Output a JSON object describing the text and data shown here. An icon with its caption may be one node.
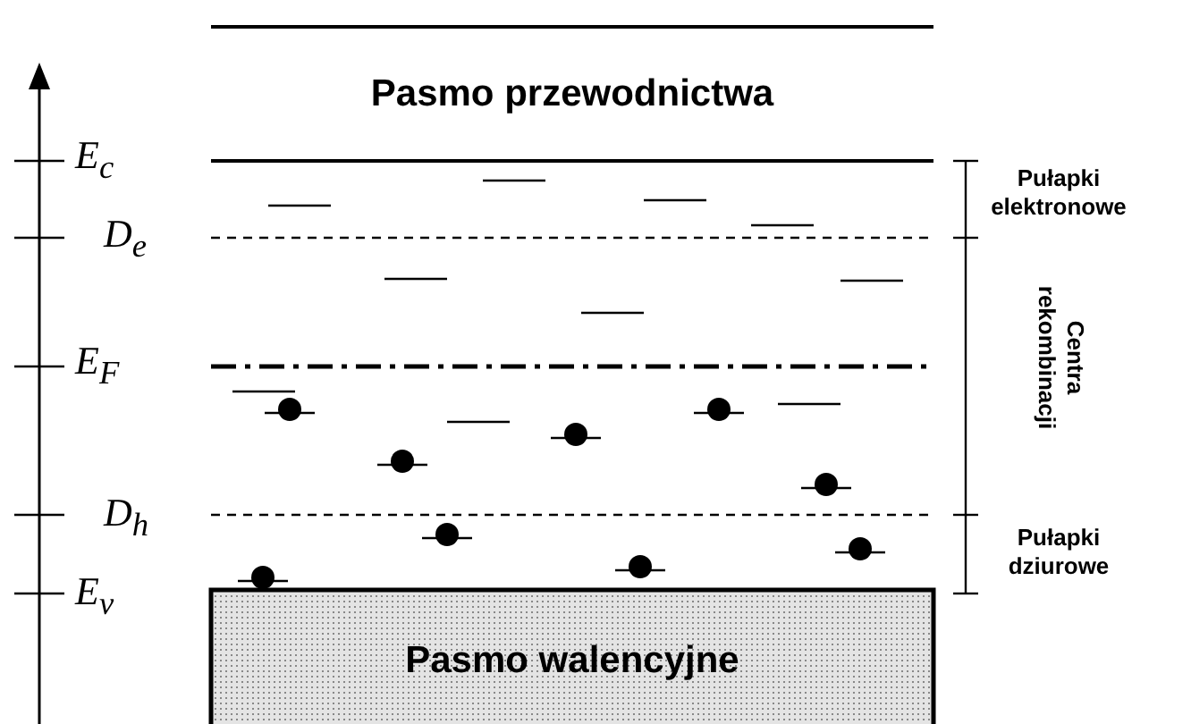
{
  "diagram": {
    "nodes": [
      {
        "text": [
          "Pasmo przewodnictwa"
        ]
      },
      {
        "text": [
          "Pasmo walencyjne"
        ]
      }
    ],
    "labels": [
      "E$_{c}$",
      "Pułapki elektronowe",
      "D$_{e}$",
      "Centra rekombinacji",
      "E$_{F}$",
      "D$_{h}$",
      "Pułapki dziurowe",
      "E$_{v}$"
    ]
  }
}
